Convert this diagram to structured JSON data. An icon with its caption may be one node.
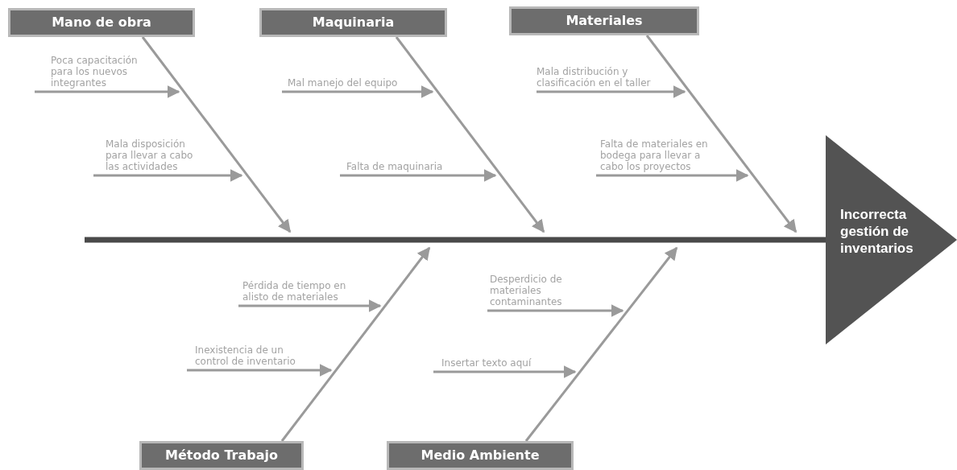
{
  "diagram": {
    "nodes": [
      {
        "text": [
          "Mano de obra"
        ]
      },
      {
        "text": [
          "Maquinaria"
        ]
      },
      {
        "text": [
          "Materiales"
        ]
      },
      {
        "text": [
          "Poca capacitación para los nuevos integrantes"
        ]
      },
      {
        "text": [
          "Mal manejo del equipo"
        ]
      },
      {
        "text": [
          "Mala distribución y clasificación en el taller"
        ]
      },
      {
        "text": [
          "Mala disposición para llevar a cabo las actividades"
        ]
      },
      {
        "text": [
          "Falta de maquinaria"
        ]
      },
      {
        "text": [
          "Falta de materiales en bodega para llevar a cabo los proyectos"
        ]
      },
      {
        "text": [
          "Incorrecta gestión de inventarios"
        ]
      },
      {
        "text": [
          "Pérdida de tiempo en alisto de materiales"
        ]
      },
      {
        "text": [
          "Desperdicio de materiales contaminantes"
        ]
      },
      {
        "text": [
          "Inexistencia de un control de inventario"
        ]
      },
      {
        "text": [
          "Insertar texto aquí"
        ]
      },
      {
        "text": [
          "Método Trabajo"
        ]
      },
      {
        "text": [
          "Medio Ambiente"
        ]
      }
    ],
    "edges": [
      {
        "from": null,
        "to": 9,
        "arrow": "none",
        "style": "thick",
        "color": "#4a4a4a"
      },
      {
        "from": 0,
        "to": null,
        "arrow": "to"
      },
      {
        "from": 1,
        "to": null,
        "arrow": "to"
      },
      {
        "from": 2,
        "to": null,
        "arrow": "to"
      },
      {
        "from": 14,
        "to": null,
        "arrow": "to"
      },
      {
        "from": 15,
        "to": null,
        "arrow": "to"
      },
      {
        "from": 3,
        "to": null,
        "arrow": "to"
      },
      {
        "from": 6,
        "to": null,
        "arrow": "to"
      },
      {
        "from": 4,
        "to": null,
        "arrow": "to"
      },
      {
        "from": 7,
        "to": null,
        "arrow": "to"
      },
      {
        "from": 5,
        "to": null,
        "arrow": "to"
      },
      {
        "from": 8,
        "to": null,
        "arrow": "to"
      },
      {
        "from": 10,
        "to": null,
        "arrow": "to"
      },
      {
        "from": 12,
        "to": null,
        "arrow": "to"
      },
      {
        "from": 11,
        "to": null,
        "arrow": "to"
      },
      {
        "from": 13,
        "to": null,
        "arrow": "to"
      }
    ]
  }
}
